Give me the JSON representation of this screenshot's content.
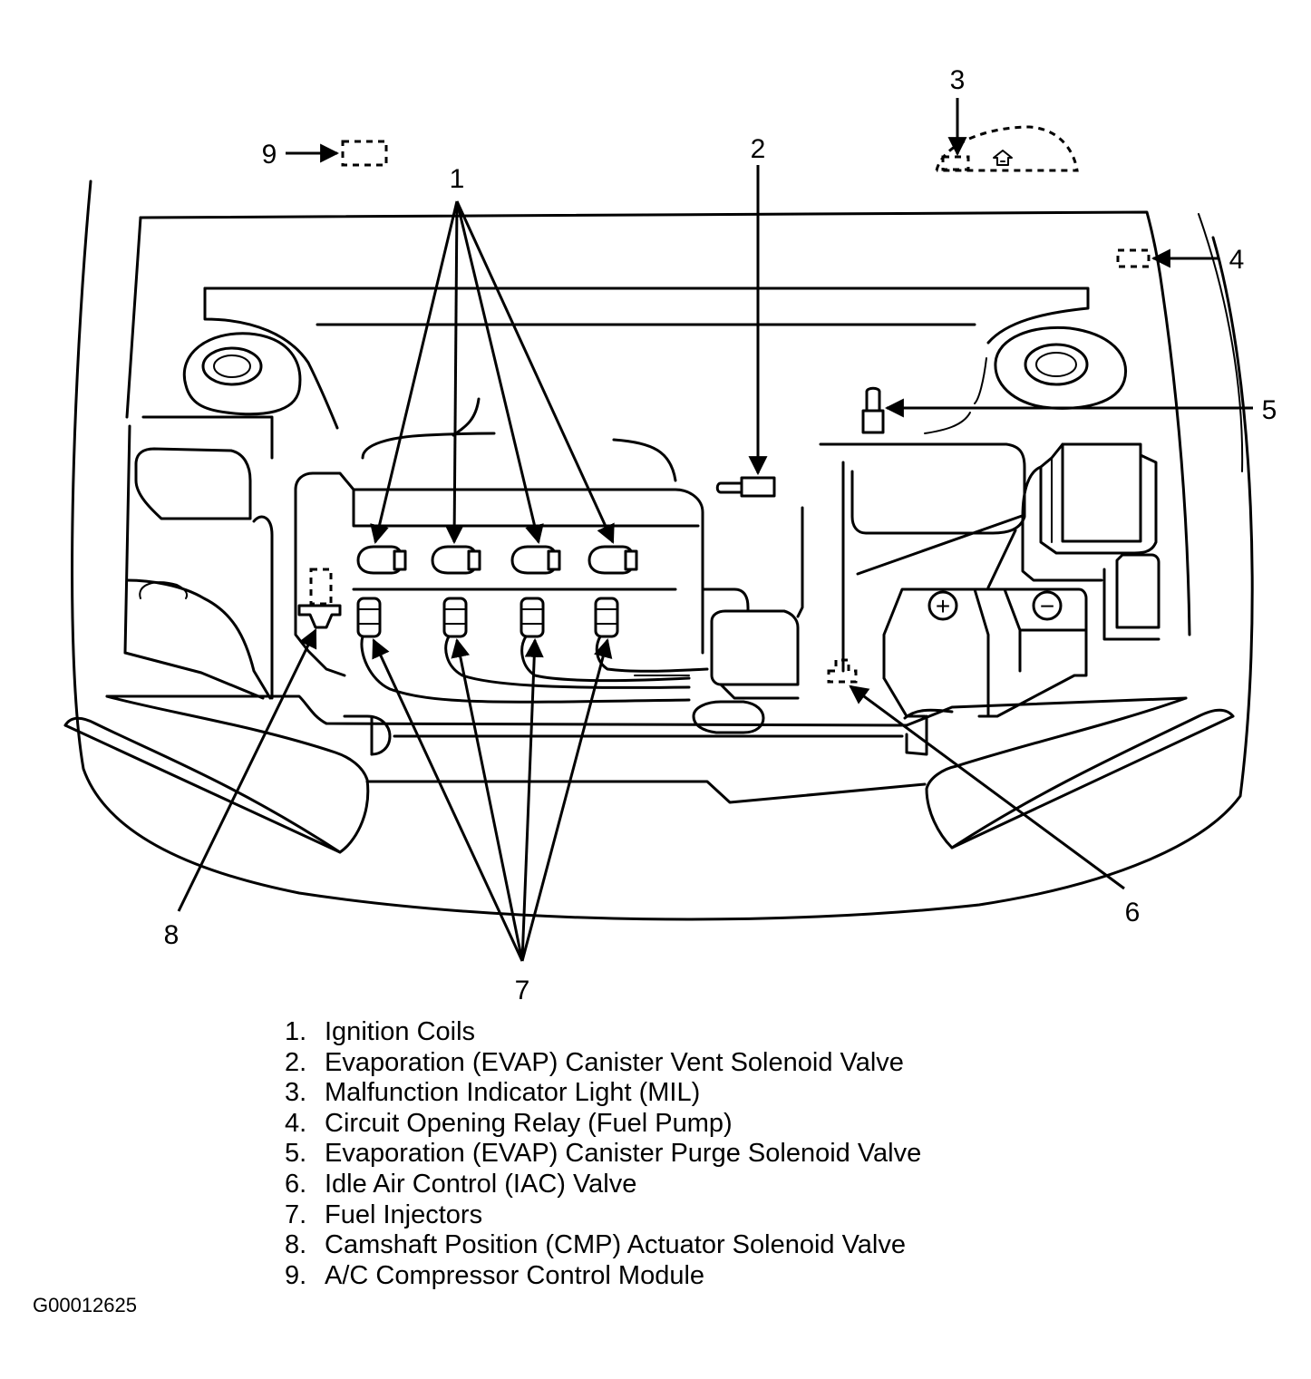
{
  "callouts": [
    "1",
    "2",
    "3",
    "4",
    "5",
    "6",
    "7",
    "8",
    "9"
  ],
  "legend": [
    {
      "num": "1.",
      "text": "Ignition Coils"
    },
    {
      "num": "2.",
      "text": "Evaporation (EVAP) Canister Vent Solenoid Valve"
    },
    {
      "num": "3.",
      "text": "Malfunction Indicator Light (MIL)"
    },
    {
      "num": "4.",
      "text": "Circuit Opening Relay (Fuel Pump)"
    },
    {
      "num": "5.",
      "text": "Evaporation (EVAP) Canister Purge Solenoid Valve"
    },
    {
      "num": "6.",
      "text": "Idle Air Control (IAC) Valve"
    },
    {
      "num": "7.",
      "text": "Fuel Injectors"
    },
    {
      "num": "8.",
      "text": "Camshaft Position (CMP) Actuator Solenoid Valve"
    },
    {
      "num": "9.",
      "text": "A/C Compressor Control Module"
    }
  ],
  "figure_id": "G00012625",
  "battery_symbols": {
    "positive": "+",
    "negative": "−"
  },
  "colors": {
    "line": "#000000",
    "background": "#ffffff"
  }
}
